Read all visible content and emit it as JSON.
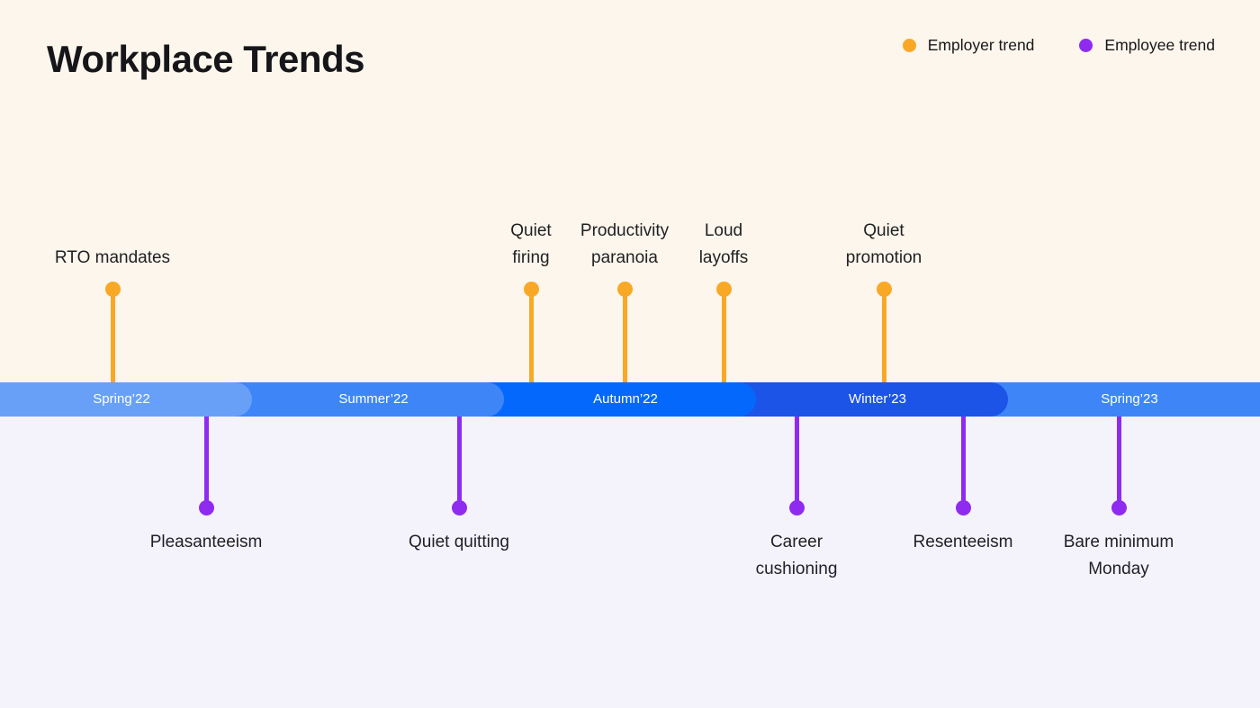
{
  "title": "Workplace Trends",
  "legend": {
    "employer": {
      "label": "Employer trend",
      "color": "#F9A826"
    },
    "employee": {
      "label": "Employee trend",
      "color": "#8F2BF0"
    }
  },
  "timeline": {
    "segments": [
      {
        "label": "Spring’22",
        "color": "#68A0F8"
      },
      {
        "label": "Summer’22",
        "color": "#3E86F7"
      },
      {
        "label": "Autumn’22",
        "color": "#0568FC"
      },
      {
        "label": "Winter’23",
        "color": "#1C54E8"
      },
      {
        "label": "Spring’23",
        "color": "#3E86F7"
      }
    ],
    "bar_text_color": "#FFFFFF"
  },
  "employer_markers": [
    {
      "label": "RTO mandates"
    },
    {
      "label": "Quiet\nfiring"
    },
    {
      "label": "Productivity\nparanoia"
    },
    {
      "label": "Loud\nlayoffs"
    },
    {
      "label": "Quiet\npromotion"
    }
  ],
  "employee_markers": [
    {
      "label": "Pleasanteeism"
    },
    {
      "label": "Quiet quitting"
    },
    {
      "label": "Career\ncushioning"
    },
    {
      "label": "Resenteeism"
    },
    {
      "label": "Bare minimum\nMonday"
    }
  ],
  "colors": {
    "background_top": "#FCF6EC",
    "background_bottom": "#F4F2FB",
    "text": "#1F2023"
  }
}
